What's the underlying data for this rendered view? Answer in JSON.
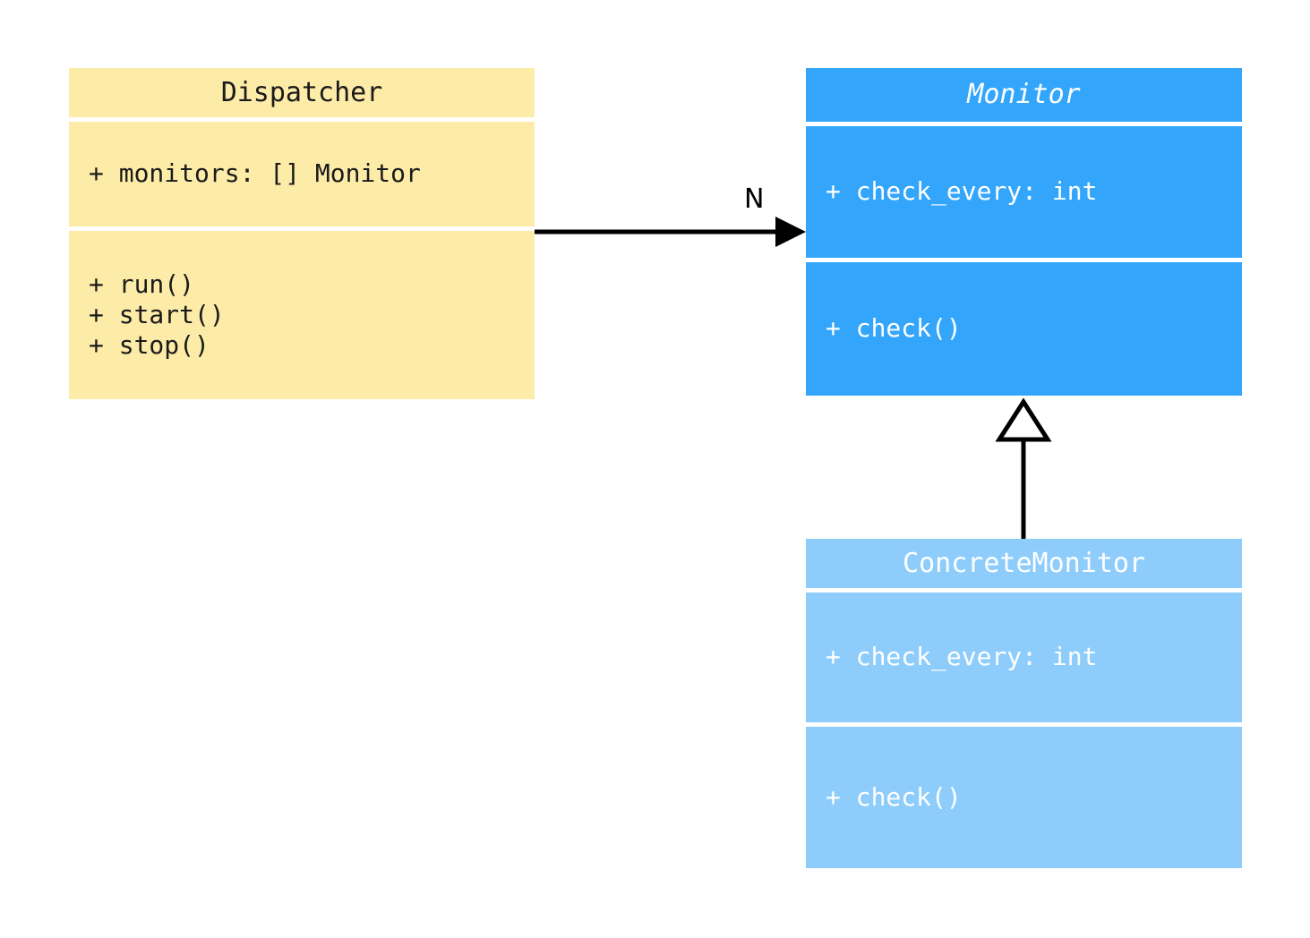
{
  "diagram": {
    "type": "uml-class-diagram",
    "classes": [
      {
        "id": "dispatcher",
        "name": "Dispatcher",
        "abstract": false,
        "fill": "#fdeba8",
        "text_color": "#1a1a1a",
        "attributes": [
          "+ monitors: [] Monitor"
        ],
        "methods": [
          "+ run()",
          "+ start()",
          "+ stop()"
        ]
      },
      {
        "id": "monitor",
        "name": "Monitor",
        "abstract": true,
        "fill": "#33a6fc",
        "text_color": "#ffffff",
        "attributes": [
          "+ check_every: int"
        ],
        "methods": [
          "+ check()"
        ]
      },
      {
        "id": "concrete_monitor",
        "name": "ConcreteMonitor",
        "abstract": false,
        "fill": "#8ecdfb",
        "text_color": "#ffffff",
        "attributes": [
          "+ check_every: int"
        ],
        "methods": [
          "+ check()"
        ]
      }
    ],
    "relationships": [
      {
        "id": "dispatcher_monitor",
        "kind": "association",
        "from": "Dispatcher",
        "to": "Monitor",
        "label": "N",
        "arrowhead": "filled-arrow",
        "line_color": "#000000"
      },
      {
        "id": "concrete_monitor_monitor",
        "kind": "generalization",
        "from": "ConcreteMonitor",
        "to": "Monitor",
        "label": "",
        "arrowhead": "hollow-triangle",
        "line_color": "#000000"
      }
    ]
  }
}
